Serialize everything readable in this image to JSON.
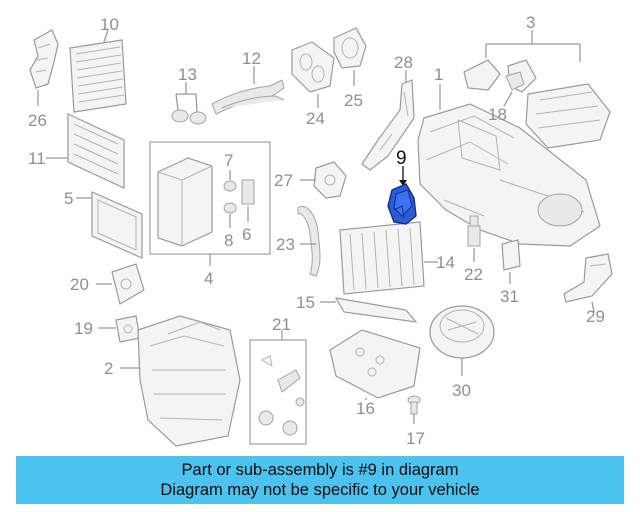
{
  "diagram": {
    "highlight_color": "#2b5bd6",
    "callouts": [
      {
        "id": "c1",
        "text": "1"
      },
      {
        "id": "c2",
        "text": "2"
      },
      {
        "id": "c3",
        "text": "3"
      },
      {
        "id": "c4",
        "text": "4"
      },
      {
        "id": "c5",
        "text": "5"
      },
      {
        "id": "c6",
        "text": "6"
      },
      {
        "id": "c7",
        "text": "7"
      },
      {
        "id": "c8",
        "text": "8"
      },
      {
        "id": "c9",
        "text": "9"
      },
      {
        "id": "c10",
        "text": "10"
      },
      {
        "id": "c11",
        "text": "11"
      },
      {
        "id": "c12",
        "text": "12"
      },
      {
        "id": "c13",
        "text": "13"
      },
      {
        "id": "c14",
        "text": "14"
      },
      {
        "id": "c15",
        "text": "15"
      },
      {
        "id": "c16",
        "text": "16"
      },
      {
        "id": "c17",
        "text": "17"
      },
      {
        "id": "c18",
        "text": "18"
      },
      {
        "id": "c19",
        "text": "19"
      },
      {
        "id": "c20",
        "text": "20"
      },
      {
        "id": "c21",
        "text": "21"
      },
      {
        "id": "c22",
        "text": "22"
      },
      {
        "id": "c23",
        "text": "23"
      },
      {
        "id": "c24",
        "text": "24"
      },
      {
        "id": "c25",
        "text": "25"
      },
      {
        "id": "c26",
        "text": "26"
      },
      {
        "id": "c27",
        "text": "27"
      },
      {
        "id": "c28",
        "text": "28"
      },
      {
        "id": "c29",
        "text": "29"
      },
      {
        "id": "c30",
        "text": "30"
      },
      {
        "id": "c31",
        "text": "31"
      }
    ]
  },
  "banner": {
    "line1": "Part or sub-assembly is #9 in diagram",
    "line2": "Diagram may not be specific to your vehicle",
    "background": "#4cc3ee"
  }
}
